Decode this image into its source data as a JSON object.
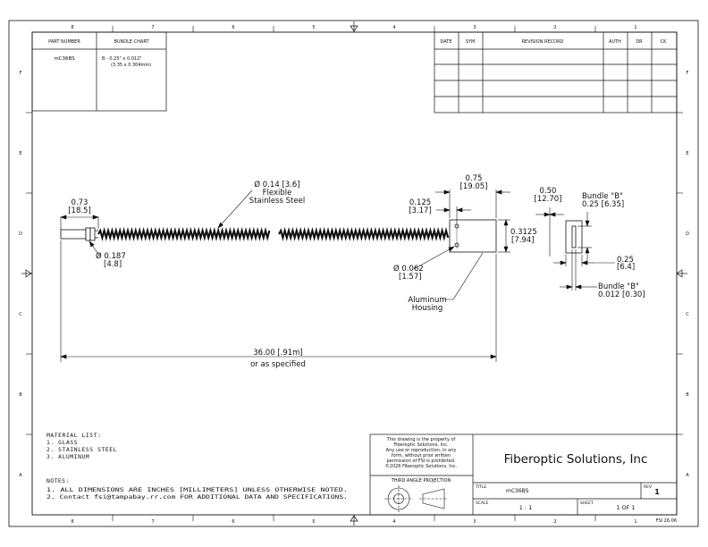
{
  "border": {
    "cols": [
      "8",
      "7",
      "6",
      "5",
      "4",
      "3",
      "2",
      "1"
    ],
    "rows": [
      "F",
      "E",
      "D",
      "C",
      "B",
      "A"
    ],
    "code": "FSI 26.06"
  },
  "part_table": {
    "headers": [
      "PART NUMBER",
      "BUNDLE CHART"
    ],
    "part_number": "mC36BS",
    "bundle_line1": "B - 0.25\" x 0.012\"",
    "bundle_line2": "(3.35 x 0.304mm)"
  },
  "revision_table": {
    "headers": [
      "DATE",
      "SYM",
      "REVISION RECORD",
      "AUTH",
      "DR",
      "CK"
    ]
  },
  "dims": {
    "ferrule_len": "0.73",
    "ferrule_len_mm": "[18.5]",
    "ferrule_dia": "Ø 0.187",
    "ferrule_dia_mm": "[4.8]",
    "cable_dia": "Ø 0.14 [3.6]",
    "cable_l1": "Flexible",
    "cable_l2": "Stainless Steel",
    "housing_w": "0.75",
    "housing_w_mm": "[19.05]",
    "hole_off": "0.125",
    "hole_off_mm": "[3.17]",
    "housing_h": "0.3125",
    "housing_h_mm": "[7.94]",
    "hole_dia": "Ø 0.062",
    "hole_dia_mm": "[1.57]",
    "housing_l1": "Aluminum",
    "housing_l2": "Housing",
    "end_w": "0.50",
    "end_w_mm": "[12.70]",
    "bundle_top_label": "Bundle \"B\"",
    "bundle_top_val": "0.25 [6.35]",
    "end_thick": "0.25",
    "end_thick_mm": "[6.4]",
    "bundle_bot_label": "Bundle \"B\"",
    "bundle_bot_val": "0.012 [0.30]",
    "overall_len": "36.00 [.91m]",
    "overall_note": "or as specified"
  },
  "material": {
    "title": "MATERIAL LIST:",
    "items": [
      "1.   GLASS",
      "2.   STAINLESS STEEL",
      "3.   ALUMINUM"
    ]
  },
  "notes": {
    "title": "NOTES:",
    "items": [
      "1.   ALL DIMENSIONS ARE INCHES [MILLIMETERS] UNLESS OTHERWISE NOTED.",
      "2.   Contact fsi@tampabay.rr.com FOR ADDITIONAL DATA AND SPECIFICATIONS."
    ]
  },
  "title_block": {
    "property": [
      "This drawing is the property of",
      "Fiberoptic Solutions, Inc.",
      "Any use or reproduction, in any",
      "form, without prior written",
      "permission of FSI is prohibited.",
      "©2026 Fiberoptic Solutions, Inc."
    ],
    "projection": "THIRD ANGLE PROJECTION",
    "company": "Fiberoptic Solutions, Inc",
    "title_label": "TITLE",
    "title_value": "mC36BS",
    "rev_label": "REV",
    "rev_value": "1",
    "scale_label": "SCALE",
    "scale_value": "1 : 1",
    "sheet_label": "SHEET",
    "sheet_value": "1   OF 1"
  }
}
